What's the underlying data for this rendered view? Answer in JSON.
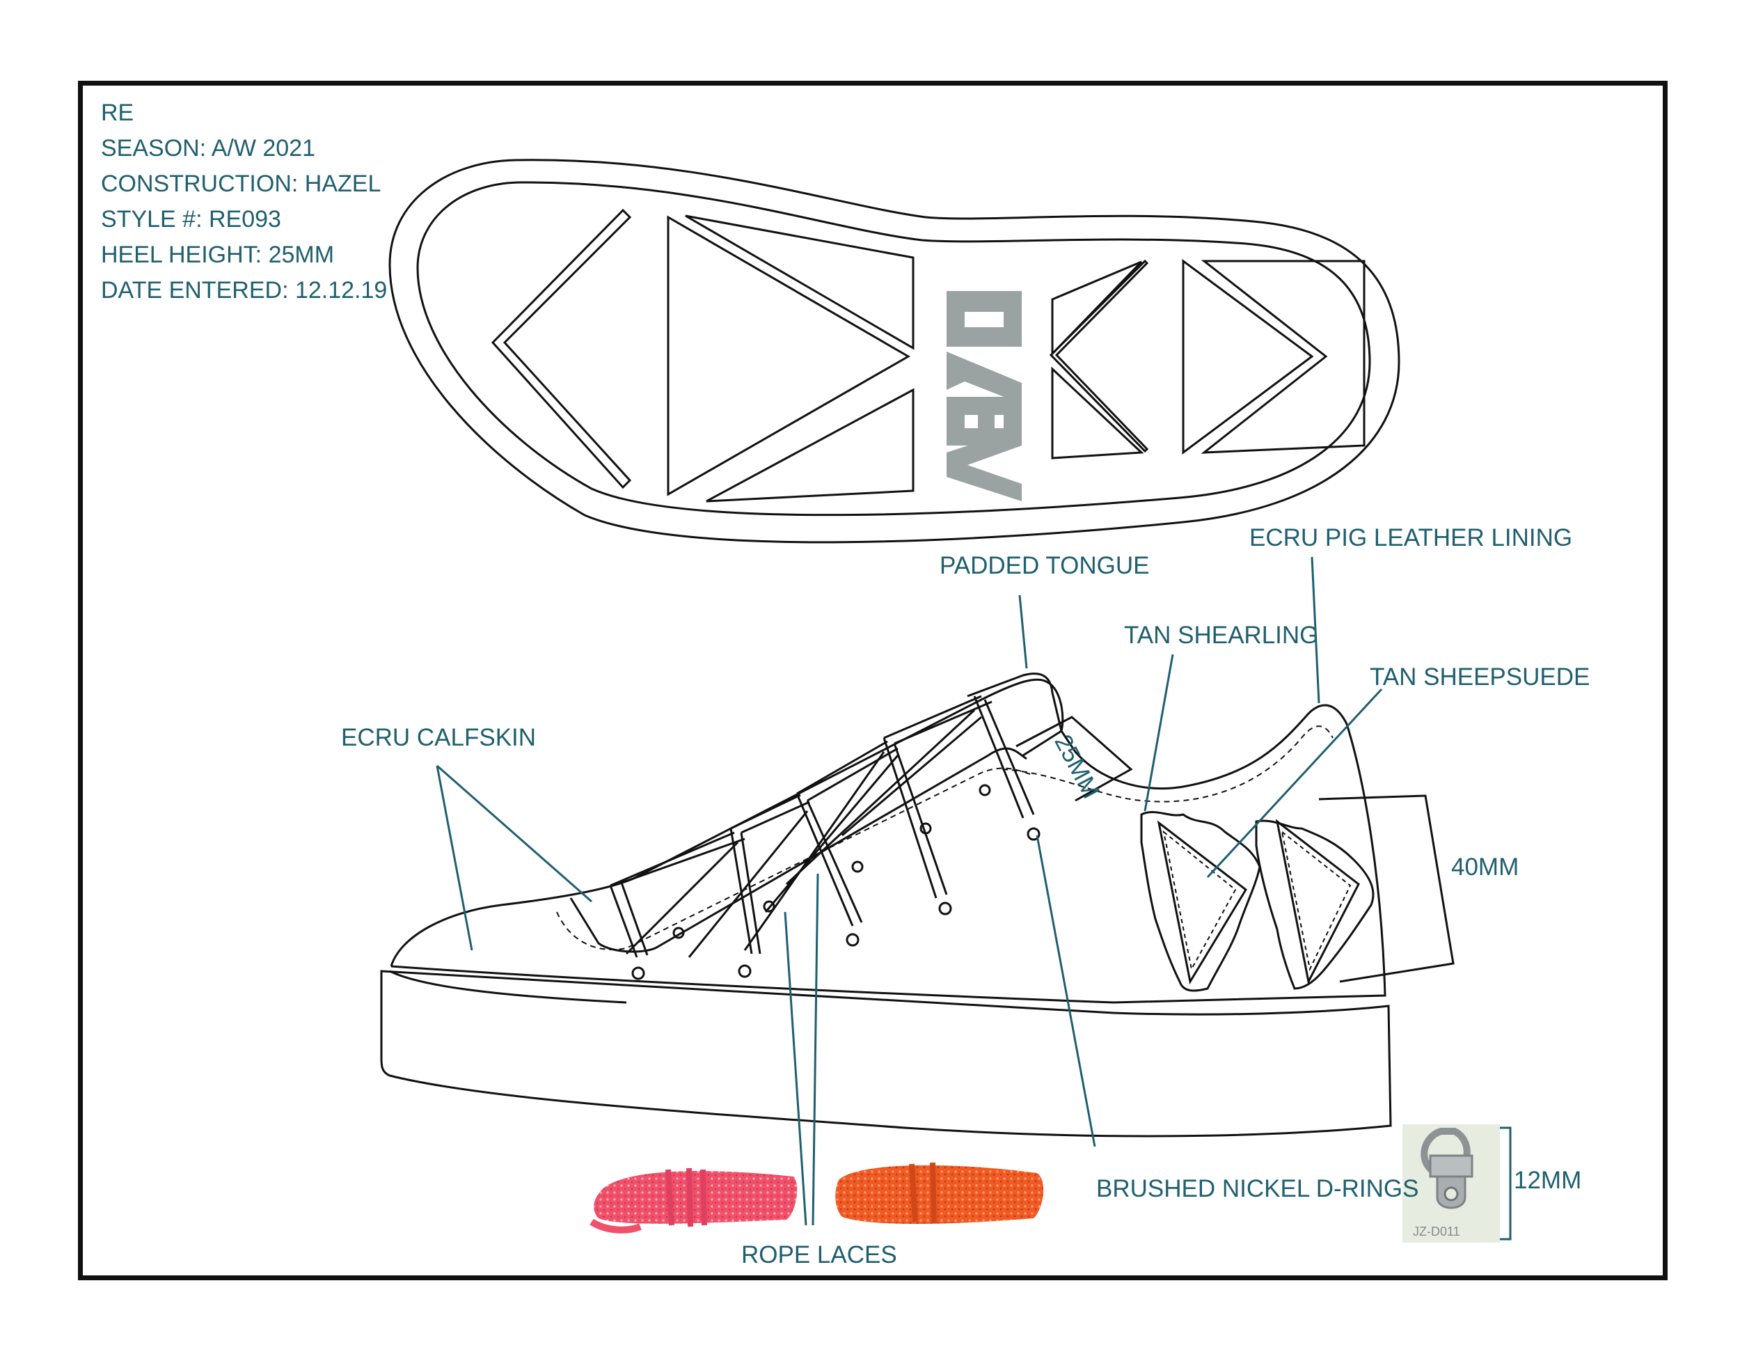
{
  "spec": {
    "brand": "RE",
    "season": "SEASON: A/W 2021",
    "construction": "CONSTRUCTION: HAZEL",
    "style": "STYLE #: RE093",
    "heel_height": "HEEL HEIGHT: 25MM",
    "date_entered": "DATE ENTERED:  12.12.19"
  },
  "outsole": {
    "logo_text": "RE"
  },
  "callouts": {
    "padded_tongue": "PADDED TONGUE",
    "pig_leather_lining": "ECRU PIG LEATHER LINING",
    "tan_shearling": "TAN SHEARLING",
    "tan_sheepsuede": "TAN SHEEPSUEDE",
    "ecru_calfskin": "ECRU CALFSKIN",
    "brushed_nickel": "BRUSHED NICKEL D-RINGS",
    "rope_laces": "ROPE LACES"
  },
  "dimensions": {
    "collar": "25MM",
    "patch": "40MM",
    "d_ring": "12MM"
  },
  "hardware": {
    "tag_code": "JZ-D011"
  },
  "colors": {
    "annotation": "#1f5f6e",
    "line": "#111111",
    "logo_gray": "#9aa3a2",
    "lace_pink": "#f0506a",
    "lace_orange": "#f05a24"
  }
}
